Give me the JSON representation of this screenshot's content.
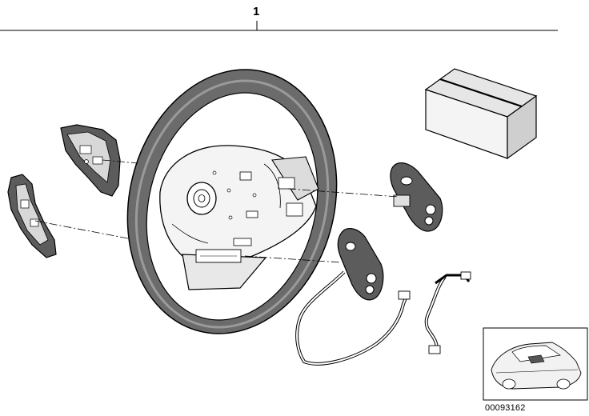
{
  "diagram": {
    "callout_number": "1",
    "diagram_number": "00093162",
    "colors": {
      "line": "#000000",
      "background": "#ffffff",
      "wheel_rim": "#6b6b6b",
      "wheel_inner": "#9a9a9a",
      "box_top": "#e6e6e6",
      "box_side": "#cfcfcf"
    },
    "parts": [
      {
        "name": "steering-wheel"
      },
      {
        "name": "left-upper-shift-paddle"
      },
      {
        "name": "left-lower-shift-paddle"
      },
      {
        "name": "right-upper-switch-panel"
      },
      {
        "name": "right-lower-switch-panel"
      },
      {
        "name": "wiring-harness"
      },
      {
        "name": "boxed-kit"
      },
      {
        "name": "vehicle-locator-thumbnail"
      }
    ]
  }
}
